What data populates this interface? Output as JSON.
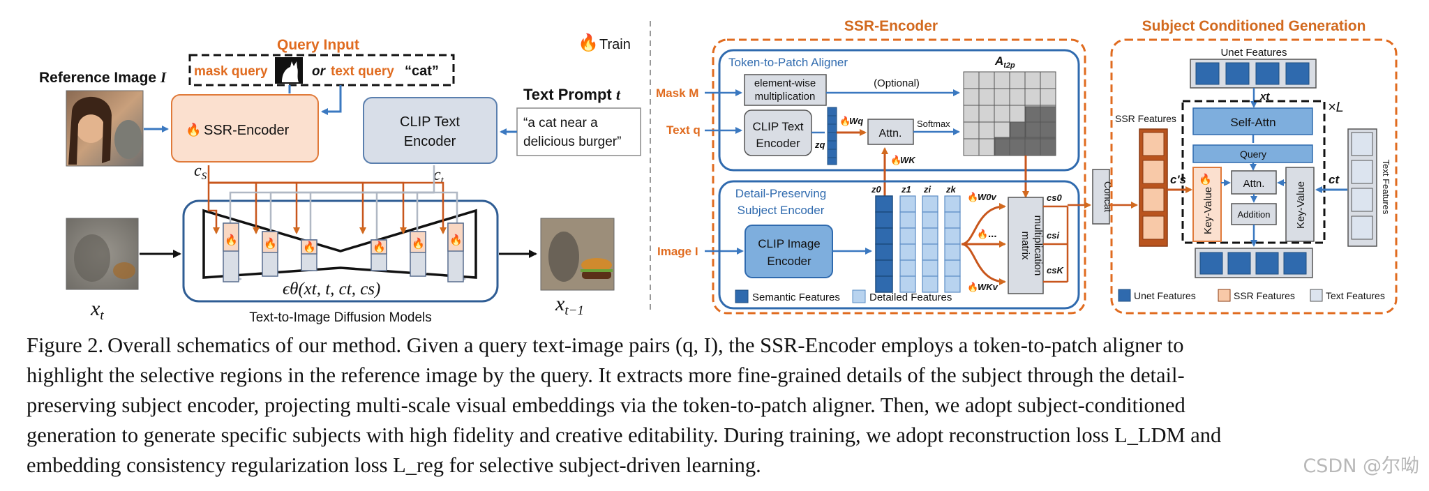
{
  "left": {
    "query_input_title": "Query Input",
    "mask_query": "mask query",
    "or_text": "or",
    "text_query": "text query",
    "cat_quote": "“cat”",
    "train_label": "Train",
    "reference_image_label": "Reference Image",
    "reference_image_var": "I",
    "ssr_encoder": "SSR-Encoder",
    "clip_text_line1": "CLIP Text",
    "clip_text_line2": "Encoder",
    "text_prompt_label": "Text Prompt",
    "text_prompt_var": "t",
    "prompt_line1": "“a cat near a",
    "prompt_line2": "delicious burger”",
    "cs": "c",
    "cs_sub": "S",
    "ct": "c",
    "ct_sub": "t",
    "epsilon_formula": "ϵθ(xt, t, ct, cs)",
    "xt_label": "x",
    "xt_sub": "t",
    "xt1_label": "x",
    "xt1_sub": "t−1",
    "diffusion_caption": "Text-to-Image Diffusion Models"
  },
  "mid": {
    "title": "SSR-Encoder",
    "aligner_title": "Token-to-Patch Aligner",
    "mask_input": "Mask M",
    "text_input": "Text q",
    "image_input": "Image I",
    "elementwise_1": "element-wise",
    "elementwise_2": "multiplication",
    "optional": "(Optional)",
    "attn_map_label": "A",
    "attn_map_sub": "t2p",
    "clip_text_1": "CLIP Text",
    "clip_text_2": "Encoder",
    "zq": "zq",
    "wq": "Wq",
    "attn": "Attn.",
    "softmax": "Softmax",
    "wk": "WK",
    "dp_title_1": "Detail-Preserving",
    "dp_title_2": "Subject Encoder",
    "clip_image_1": "CLIP Image",
    "clip_image_2": "Encoder",
    "z_labels": [
      "z0",
      "z1",
      "zi",
      "zk"
    ],
    "w0v": "W0v",
    "wkv": "WKv",
    "dots": "...",
    "matmul_1": "matrix",
    "matmul_2": "multiplication",
    "cs0": "cs0",
    "csi": "csi",
    "csk": "csK",
    "legend_semantic": "Semantic Features",
    "legend_detailed": "Detailed Features",
    "concat": "Concat"
  },
  "right": {
    "title": "Subject Conditioned Generation",
    "unet_features": "Unet Features",
    "xt": "xt",
    "times_l": "×L",
    "ssr_features": "SSR Features",
    "cs_prime": "c's",
    "self_attn": "Self-Attn",
    "query": "Query",
    "key_value_left": "Key-Value",
    "attn": "Attn.",
    "addition": "Addition",
    "key_value_right": "Key-Value",
    "ct": "ct",
    "text_features_vertical": "Text Features",
    "legend_unet": "Unet Features",
    "legend_ssr": "SSR Features",
    "legend_text": "Text Features"
  },
  "colors": {
    "orange": "#e06b1f",
    "blue": "#3a78c0",
    "light_blue": "#b8d3ef",
    "dark_blue": "#2f6aae",
    "gray_box": "#d9dde4",
    "salmon": "#f8d9c6"
  },
  "caption": {
    "label": "Figure 2.",
    "line1": "Overall schematics of our method. Given a query text-image pairs (q, I), the SSR-Encoder employs a token-to-patch aligner to",
    "line2": "highlight the selective regions in the reference image by the query. It extracts more fine-grained details of the subject through the detail-",
    "line3": "preserving subject encoder, projecting multi-scale visual embeddings via the token-to-patch aligner. Then, we adopt subject-conditioned",
    "line4": "generation to generate specific subjects with high fidelity and creative editability. During training, we adopt reconstruction loss L_LDM and",
    "line5": "embedding consistency regularization loss L_reg for selective subject-driven learning."
  },
  "watermark": "CSDN @尔呦"
}
